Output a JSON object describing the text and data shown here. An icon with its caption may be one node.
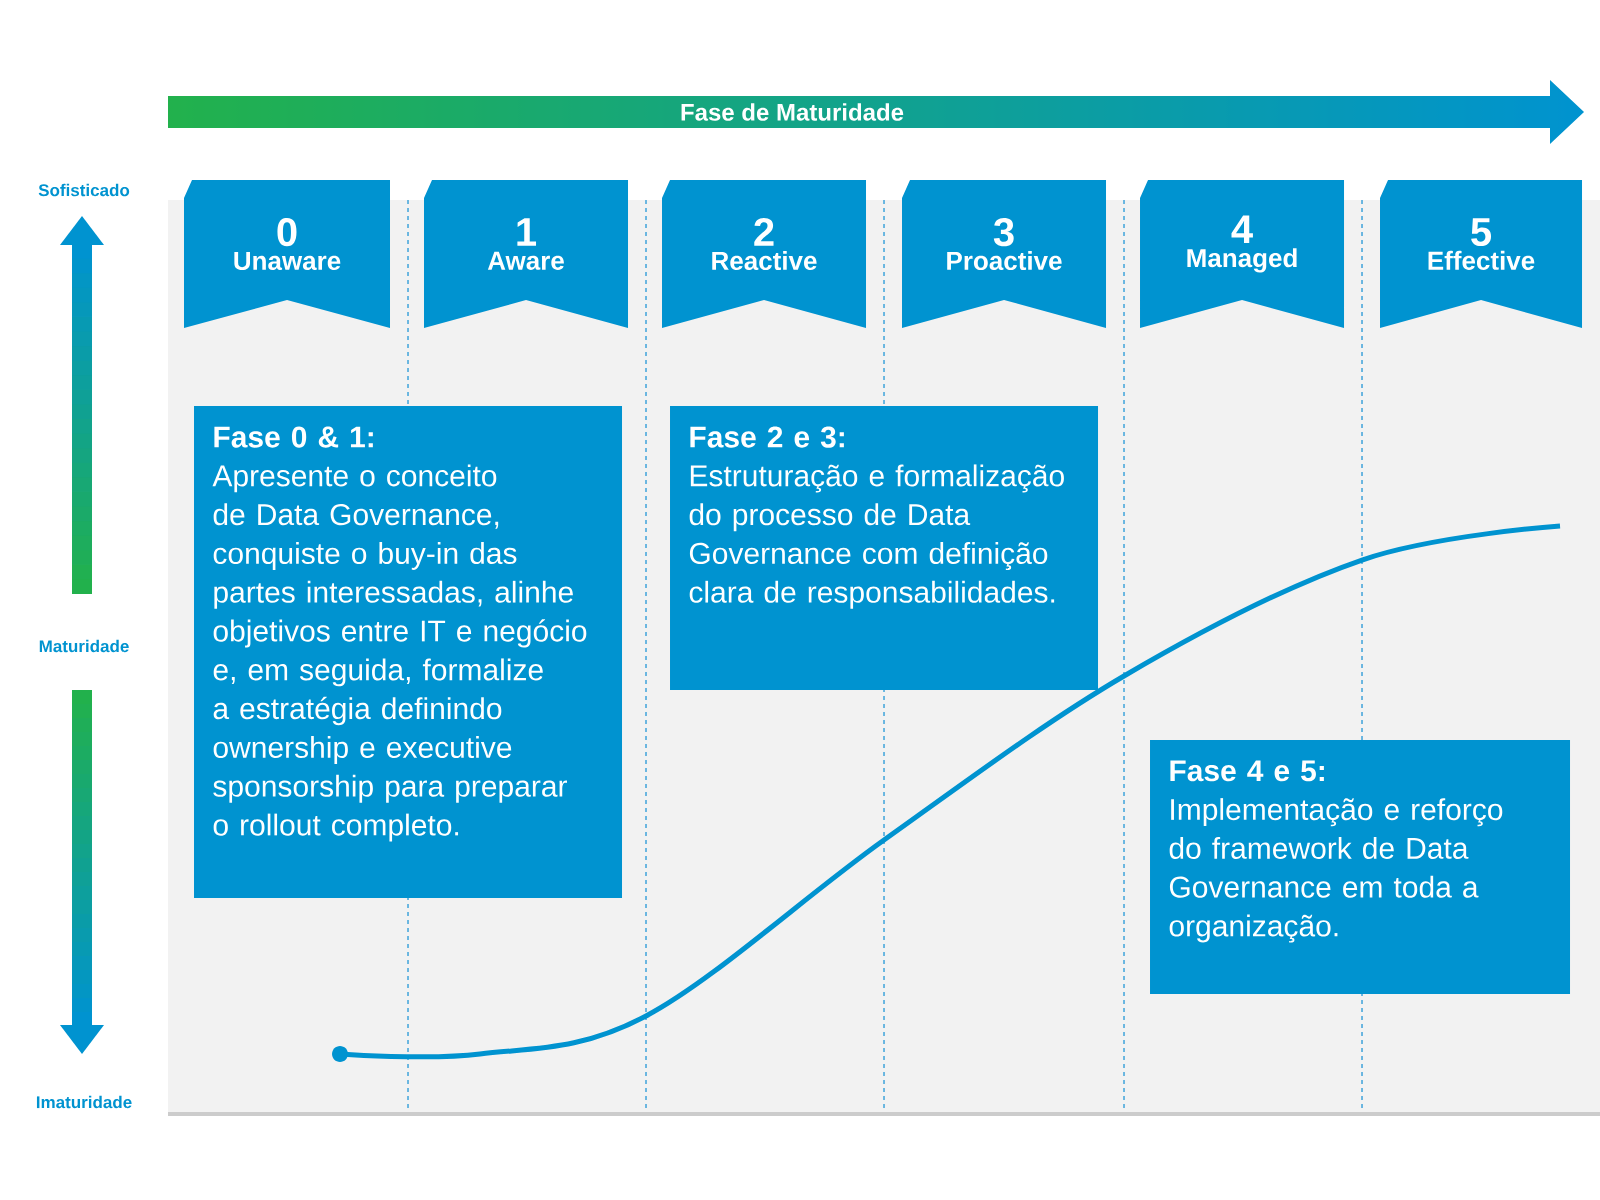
{
  "diagram": {
    "nodes": [
      {
        "text": [
          "0",
          "Unaware"
        ]
      },
      {
        "text": [
          "1",
          "Aware"
        ]
      },
      {
        "text": [
          "2",
          "Reactive"
        ]
      },
      {
        "text": [
          "3",
          "Proactive"
        ]
      },
      {
        "text": [
          "4",
          "Managed"
        ]
      },
      {
        "text": [
          "5",
          "Effective"
        ]
      },
      {
        "text": [
          "Fase 0 & 1:",
          "Apresente o conceito de Data Governance, conquiste o buy-in das partes interessadas, alinhe objetivos entre IT e negócio e, em seguida, formalize a estratégia definindo ownership e executive sponsorship para preparar o rollout completo."
        ]
      },
      {
        "text": [
          "Fase 2 e 3:",
          "Estruturação e formalização do processo de Data Governance com definição clara de responsabilidades."
        ]
      },
      {
        "text": [
          "Fase 4 e 5:",
          "Implementação e reforço do framework de Data Governance em toda a organização."
        ]
      }
    ],
    "labels": [
      "Fase de Maturidade",
      "Sofisticado",
      "Maturidade",
      "Imaturidade"
    ]
  }
}
